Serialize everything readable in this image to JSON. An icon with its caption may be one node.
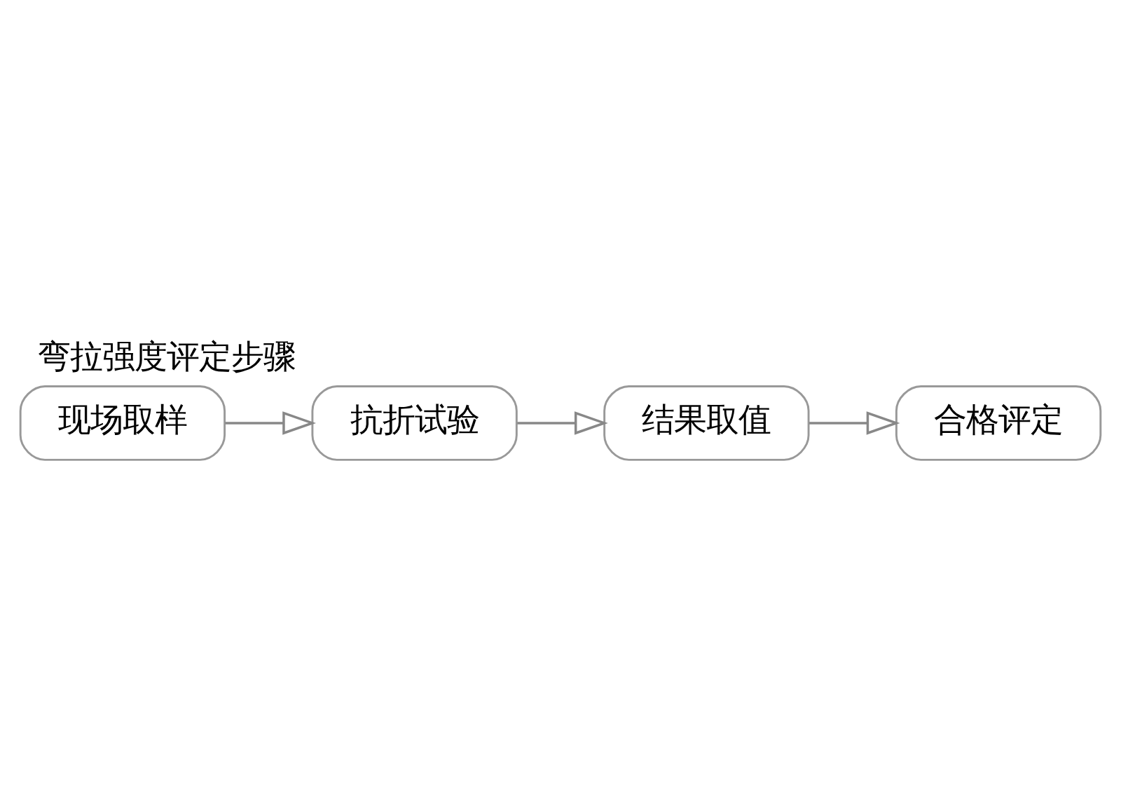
{
  "diagram": {
    "title": "弯拉强度评定步骤",
    "nodes": [
      {
        "text": [
          "现场取样"
        ]
      },
      {
        "text": [
          "抗折试验"
        ]
      },
      {
        "text": [
          "结果取值"
        ]
      },
      {
        "text": [
          "合格评定"
        ]
      }
    ],
    "edges": [
      {
        "from": 0,
        "to": 1,
        "arrow": "to"
      },
      {
        "from": 1,
        "to": 2,
        "arrow": "to"
      },
      {
        "from": 2,
        "to": 3,
        "arrow": "to"
      }
    ]
  }
}
